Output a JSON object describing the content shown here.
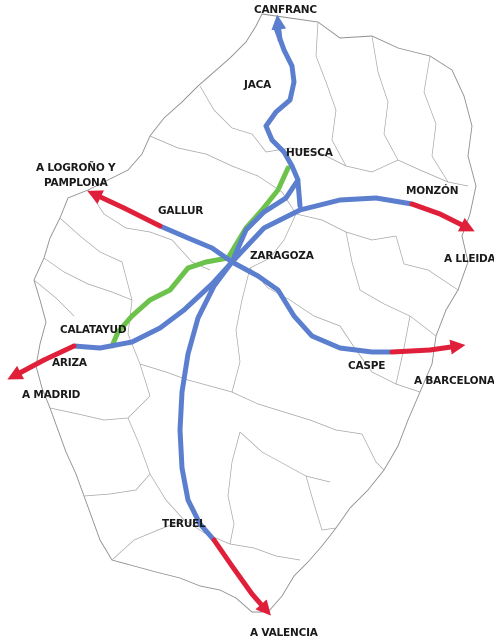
{
  "colors": {
    "blue_route": "#5b7fce",
    "red_route": "#e0203a",
    "green_route": "#6cc24a",
    "border": "#8f8f8f"
  },
  "labels": {
    "canfranc": "CANFRANC",
    "jaca": "JACA",
    "huesca": "HUESCA",
    "logrono_line1": "A LOGROÑO Y",
    "logrono_line2": "PAMPLONA",
    "gallur": "GALLUR",
    "monzon": "MONZÓN",
    "lleida": "A LLEIDA",
    "zaragoza": "ZARAGOZA",
    "calatayud": "CALATAYUD",
    "ariza": "ARIZA",
    "madrid": "A MADRID",
    "caspe": "CASPE",
    "barcelona": "A BARCELONA",
    "teruel": "TERUEL",
    "valencia": "A VALENCIA"
  }
}
